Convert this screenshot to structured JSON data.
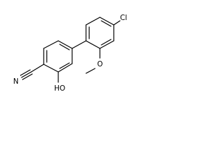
{
  "molecule": {
    "atom_labels": {
      "nitrogen": "N",
      "hydroxyl": "HO",
      "methoxy_oxygen": "O",
      "chlorine": "Cl"
    }
  },
  "colors": {
    "bond": "#000000",
    "label": "#000000",
    "background": "#ffffff"
  }
}
